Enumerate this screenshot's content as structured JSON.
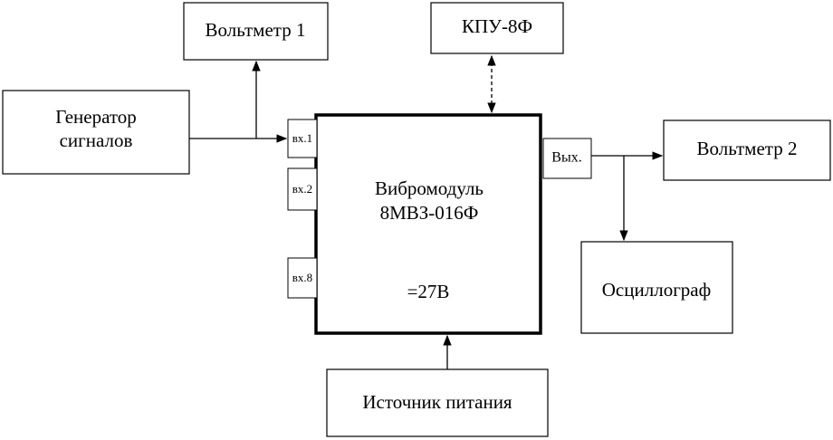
{
  "diagram": {
    "voltmeter1": "Вольтметр 1",
    "kpu": "КПУ-8Ф",
    "generator_line1": "Генератор",
    "generator_line2": "сигналов",
    "module_line1": "Вибромодуль",
    "module_line2": "8МВЗ-016Ф",
    "module_power": "=27В",
    "input1": "вх.1",
    "input2": "вх.2",
    "input8": "вх.8",
    "output": "Вых.",
    "voltmeter2": "Вольтметр 2",
    "oscilloscope": "Осциллограф",
    "power_source": "Источник питания"
  }
}
